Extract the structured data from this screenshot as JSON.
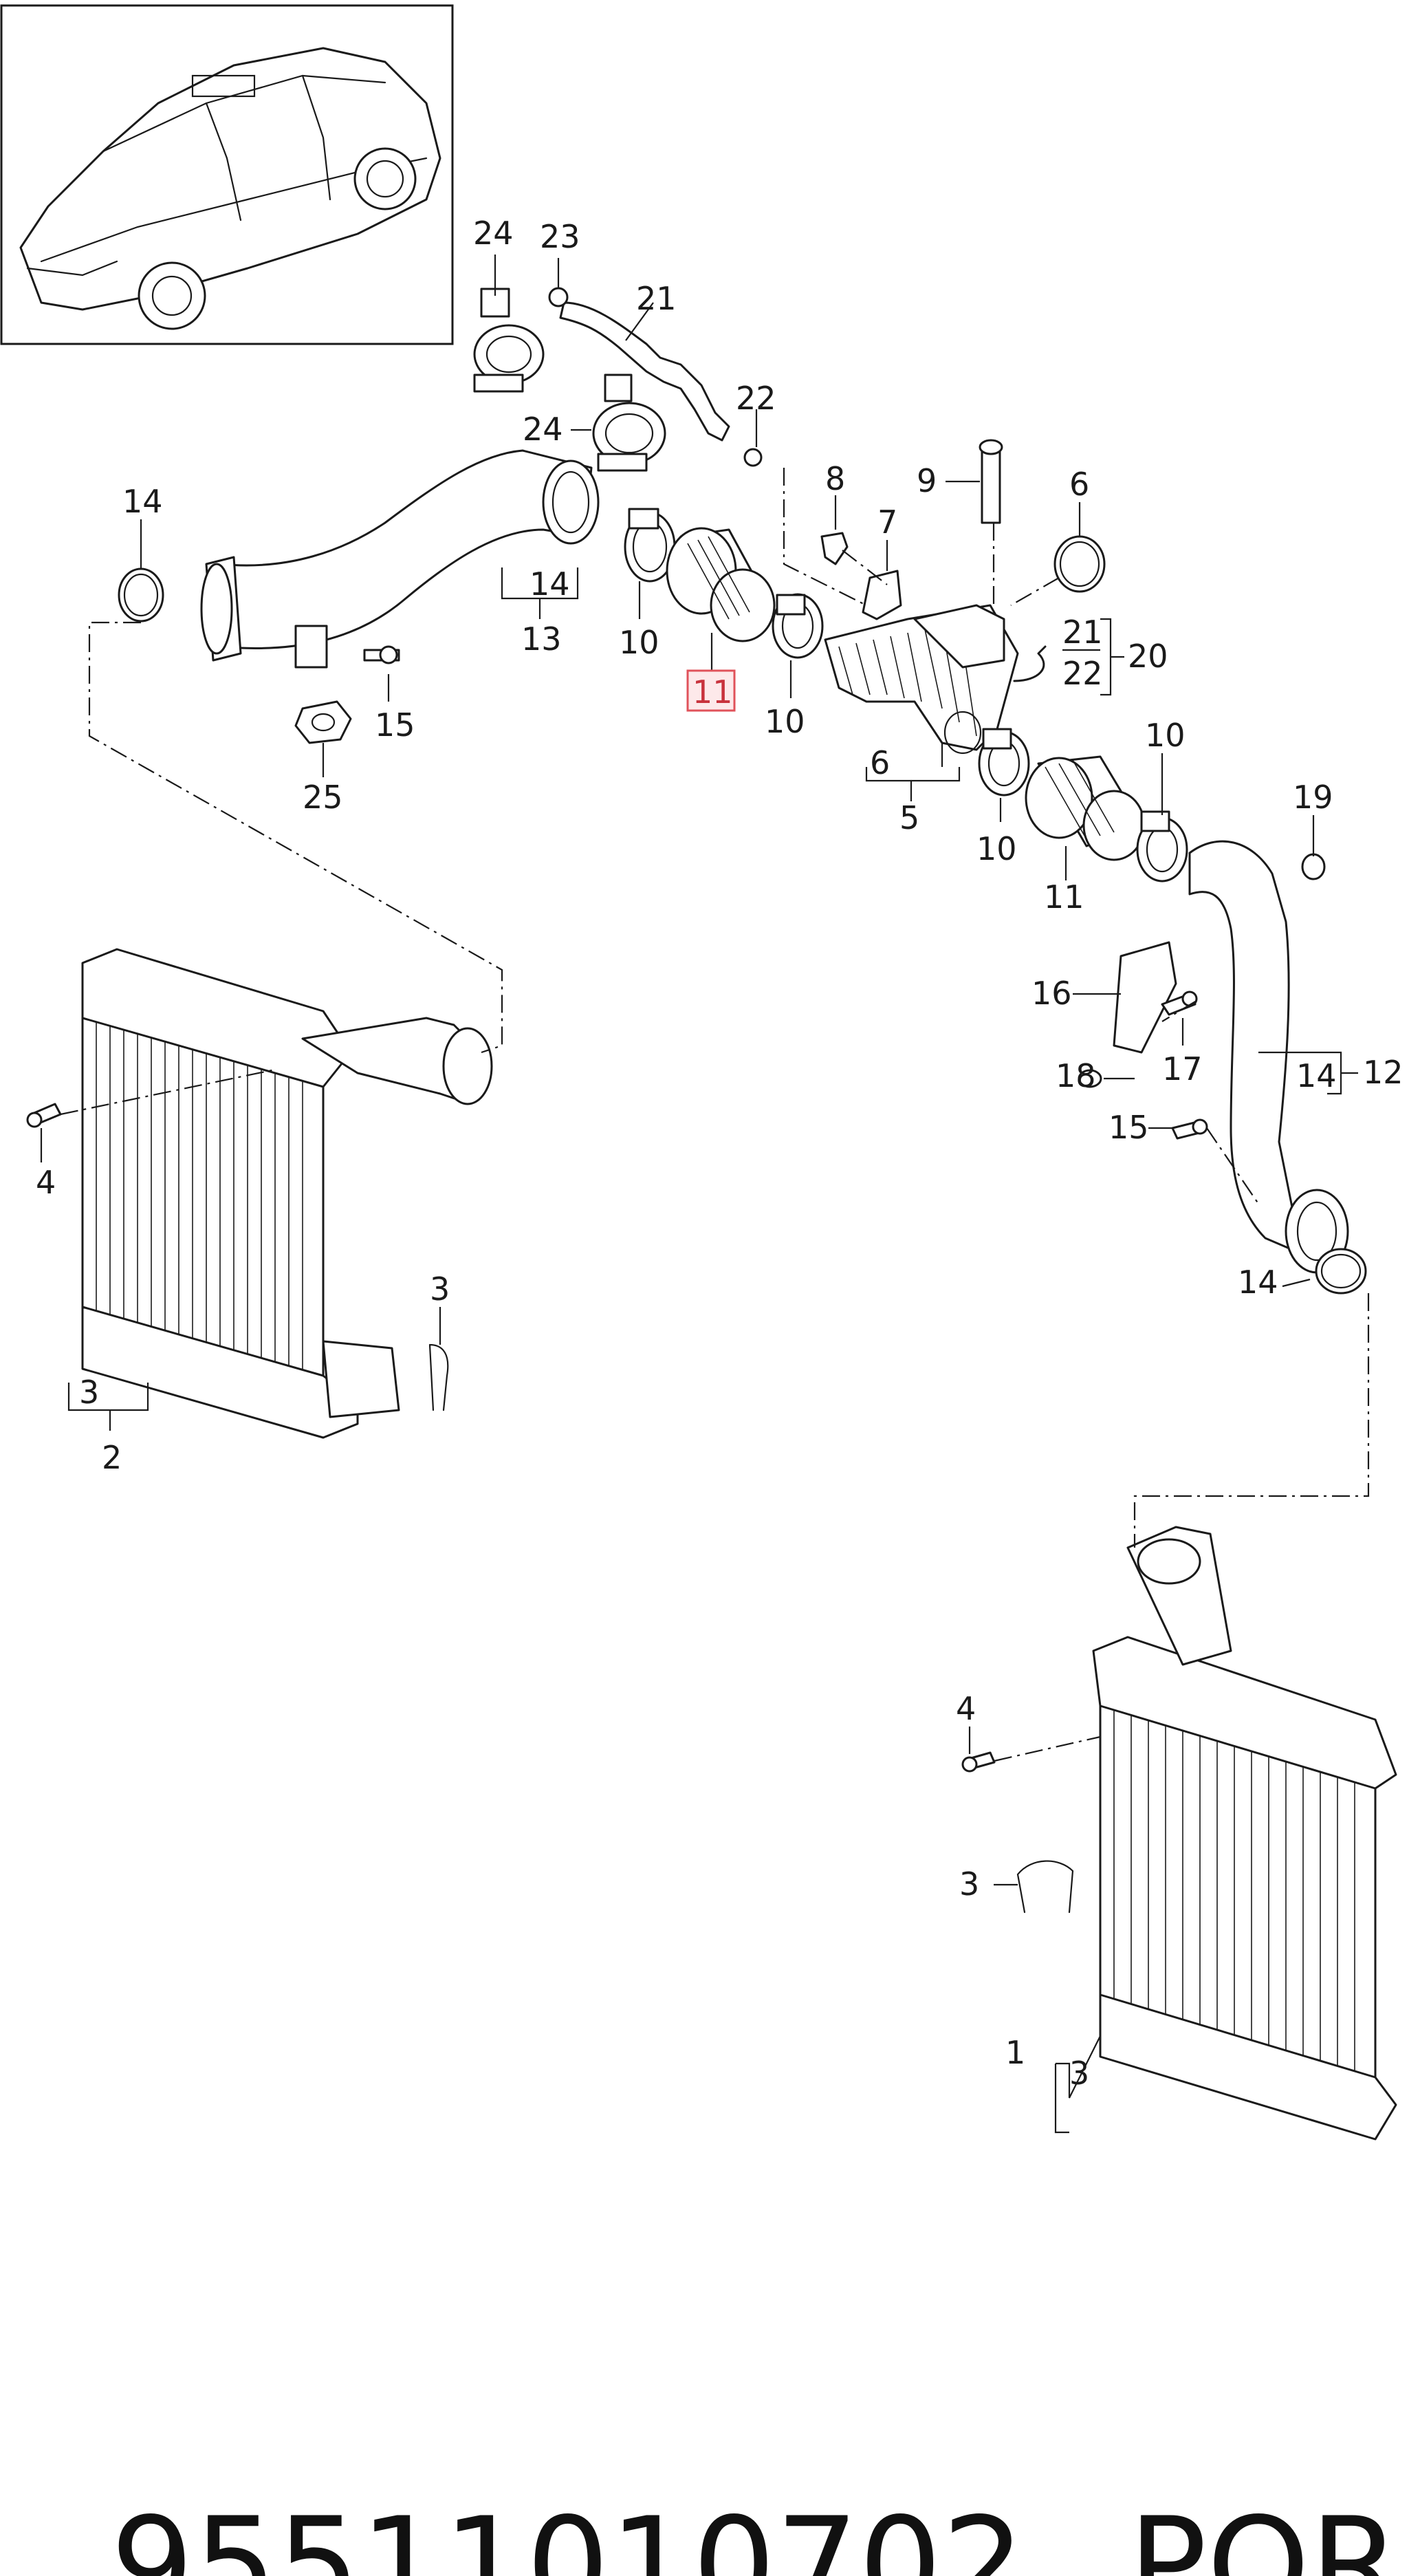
{
  "footer": {
    "part_number": "95511010702",
    "brand": "PORSCHE"
  },
  "diagram": {
    "highlight_color": "#e0525a",
    "highlighted_callout": "11",
    "callouts": {
      "c24a": "24",
      "c23": "23",
      "c21a": "21",
      "c22a": "22",
      "c24b": "24",
      "c14a": "14",
      "c14b": "14",
      "c13": "13",
      "c10a": "10",
      "c11a": "11",
      "c10b": "10",
      "c15a": "15",
      "c25": "25",
      "c8": "8",
      "c7": "7",
      "c9": "9",
      "c6a": "6",
      "c21b": "21",
      "c22b": "22",
      "c20": "20",
      "c6b": "6",
      "c5": "5",
      "c10c": "10",
      "c10d": "10",
      "c11b": "11",
      "c19": "19",
      "c16": "16",
      "c17": "17",
      "c18": "18",
      "c14c": "14",
      "c12": "12",
      "c15b": "15",
      "c14d": "14",
      "c4a": "4",
      "c3a": "3",
      "c3b": "3",
      "c2": "2",
      "c4b": "4",
      "c3c": "3",
      "c1": "1",
      "c3d": "3"
    },
    "icons": [
      "vehicle-thumbnail",
      "intercooler-left",
      "intercooler-right",
      "charge-air-pipe",
      "hose-clamp",
      "bellows-hose",
      "o-ring"
    ]
  }
}
